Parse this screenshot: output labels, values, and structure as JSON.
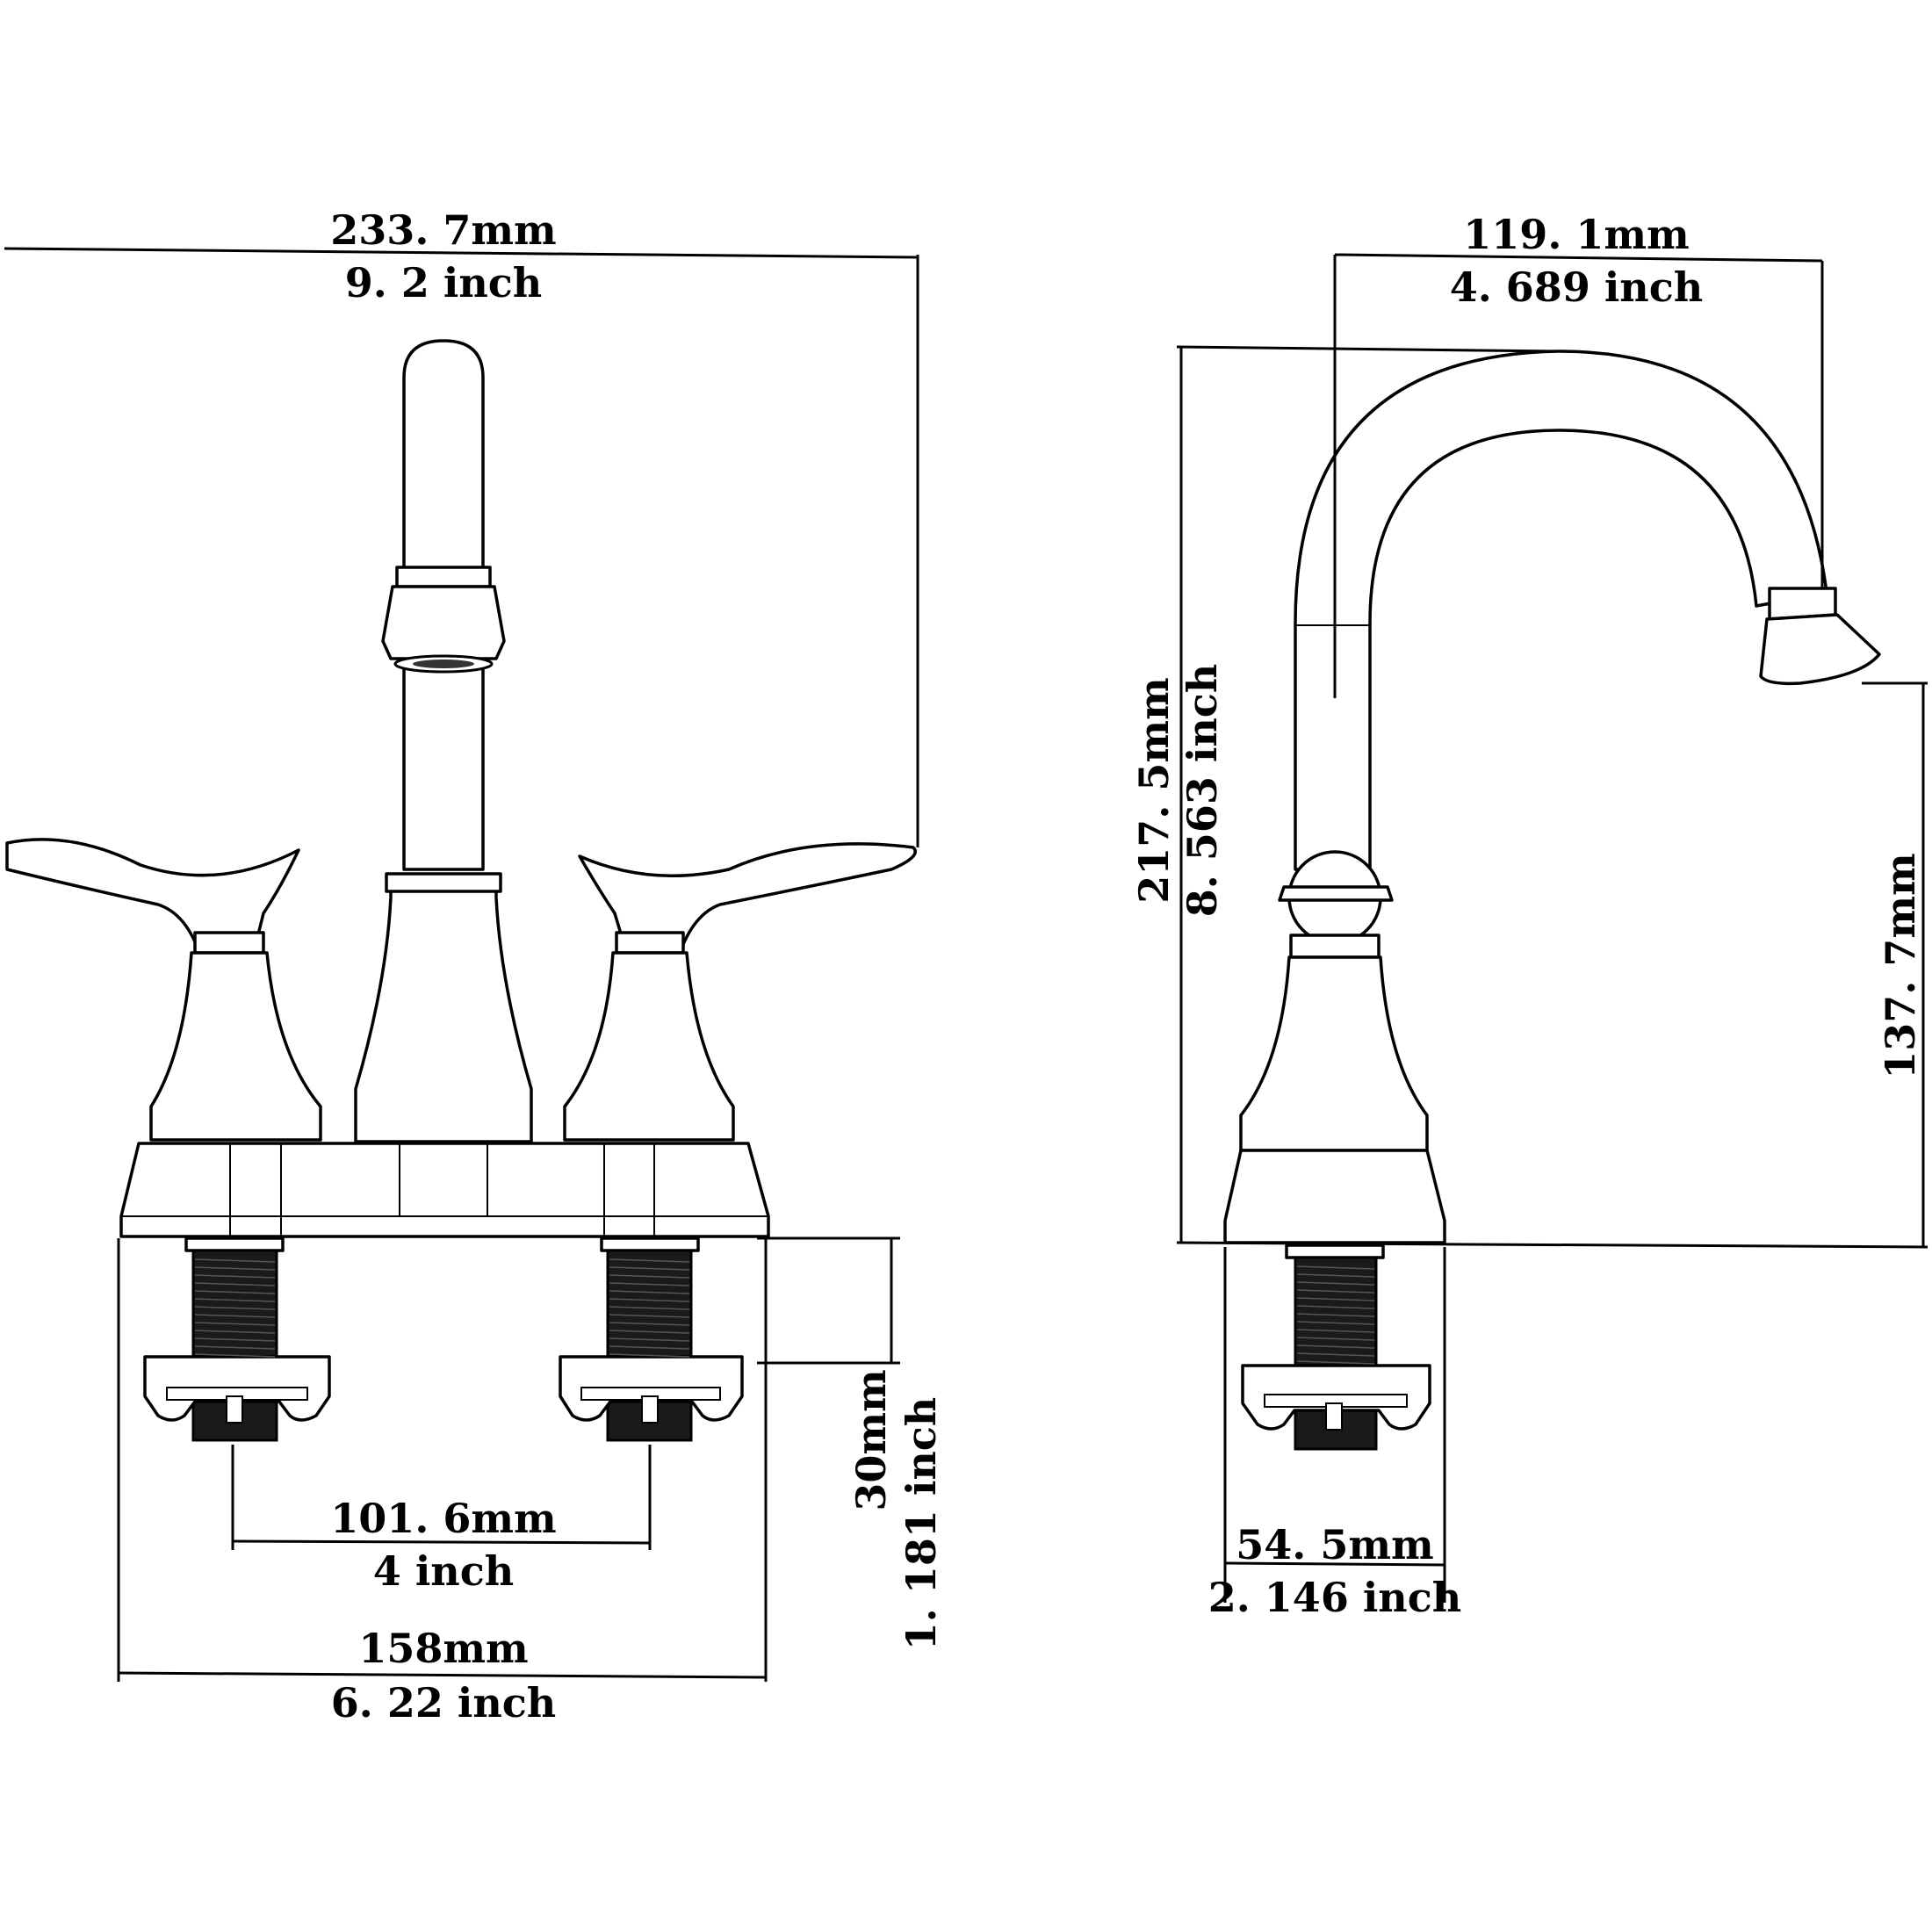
{
  "front_view": {
    "overall_width": {
      "mm": "233. 7mm",
      "inch": "9. 2 inch"
    },
    "center_spacing": {
      "mm": "101. 6mm",
      "inch": "4 inch"
    },
    "base_width": {
      "mm": "158mm",
      "inch": "6. 22 inch"
    },
    "shank_length": {
      "mm": "30mm",
      "inch": "1. 181 inch"
    }
  },
  "side_view": {
    "spout_reach": {
      "mm": "119. 1mm",
      "inch": "4. 689 inch"
    },
    "total_height": {
      "mm": "217. 5mm",
      "inch": "8. 563 inch"
    },
    "spout_height": {
      "mm": "137. 7mm"
    },
    "base_depth": {
      "mm": "54. 5mm",
      "inch": "2. 146 inch"
    }
  }
}
